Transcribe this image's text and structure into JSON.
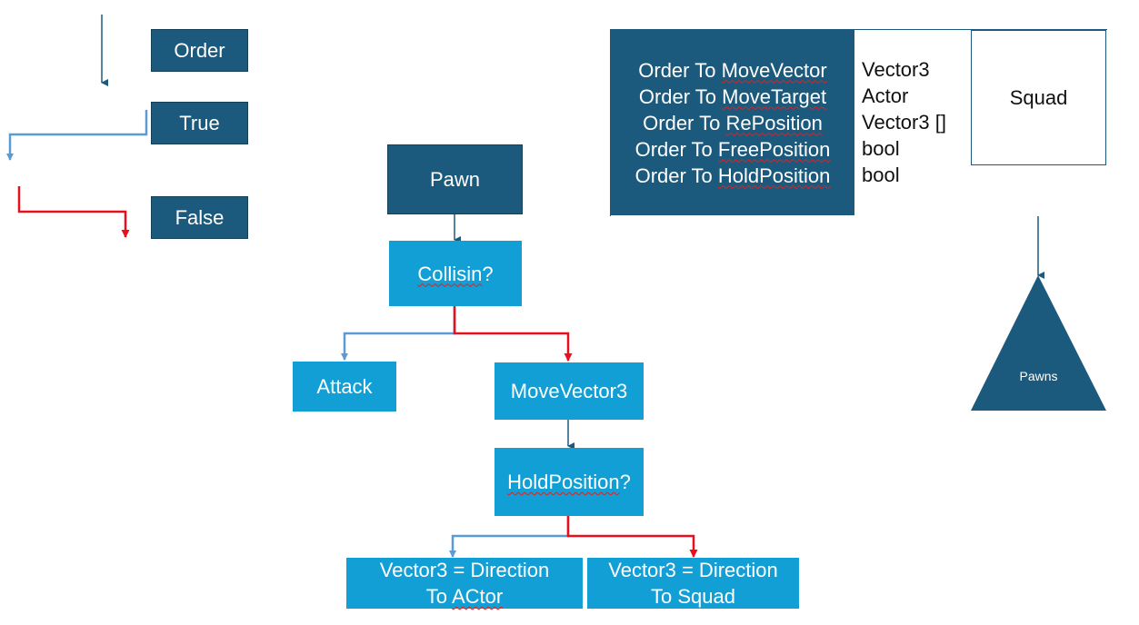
{
  "legend": {
    "order": "Order",
    "true": "True",
    "false": "False"
  },
  "flow": {
    "pawn": "Pawn",
    "collision": "Collisin",
    "collision_q": "?",
    "attack": "Attack",
    "move_vector3": "MoveVector3",
    "hold_position": "HoldPosition",
    "hold_position_q": "?",
    "dir_actor_line1": "Vector3 = Direction",
    "dir_actor_line2_a": "To ",
    "dir_actor_line2_b": "ACtor",
    "dir_squad_line1": "Vector3 = Direction",
    "dir_squad_line2": "To Squad"
  },
  "squad_panel": {
    "orders": [
      {
        "prefix": "Order To ",
        "name": "MoveVector",
        "type": "Vector3"
      },
      {
        "prefix": "Order To ",
        "name": "MoveTarget",
        "type": "Actor"
      },
      {
        "prefix": "Order To ",
        "name": "RePosition",
        "type": "Vector3 []"
      },
      {
        "prefix": "Order To ",
        "name": "FreePosition",
        "type": "bool"
      },
      {
        "prefix": "Order To ",
        "name": "HoldPosition",
        "type": "bool"
      }
    ],
    "squad": "Squad",
    "pawns": "Pawns"
  },
  "colors": {
    "dark_box": "#1c5a7d",
    "light_box": "#119fd6",
    "true_line": "#5b9bd5",
    "false_line": "#e8101c",
    "order_line": "#1c5a7d"
  }
}
